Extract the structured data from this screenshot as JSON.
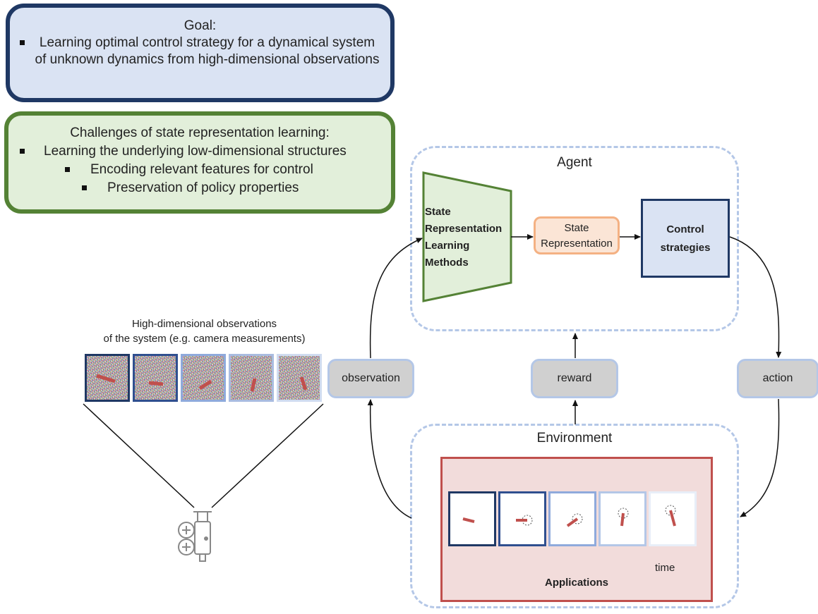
{
  "goal": {
    "heading": "Goal:",
    "text": "Learning optimal control strategy for a dynamical system of unknown dynamics from high-dimensional observations"
  },
  "challenges": {
    "heading": "Challenges of  state representation learning:",
    "items": [
      "Learning the underlying low-dimensional structures",
      "Encoding relevant features for control",
      "Preservation of policy properties"
    ]
  },
  "agent": {
    "title": "Agent",
    "srl_lines": [
      "State",
      "Representation",
      "Learning",
      "Methods"
    ],
    "state_rep_lines": [
      "State",
      "Representation"
    ],
    "control_lines": [
      "Control",
      "strategies"
    ]
  },
  "signals": {
    "observation": "observation",
    "reward": "reward",
    "action": "action"
  },
  "observations": {
    "caption_line1": "High-dimensional observations",
    "caption_line2": "of the system (e.g. camera measurements)"
  },
  "environment": {
    "title": "Environment",
    "time_label": "time",
    "applications_label": "Applications"
  },
  "colors": {
    "navy": "#1f3864",
    "green": "#548235",
    "orange": "#f4b183",
    "red": "#c0504d",
    "dashed_blue": "#b4c7e7"
  },
  "icons": [
    "camera-icon"
  ]
}
